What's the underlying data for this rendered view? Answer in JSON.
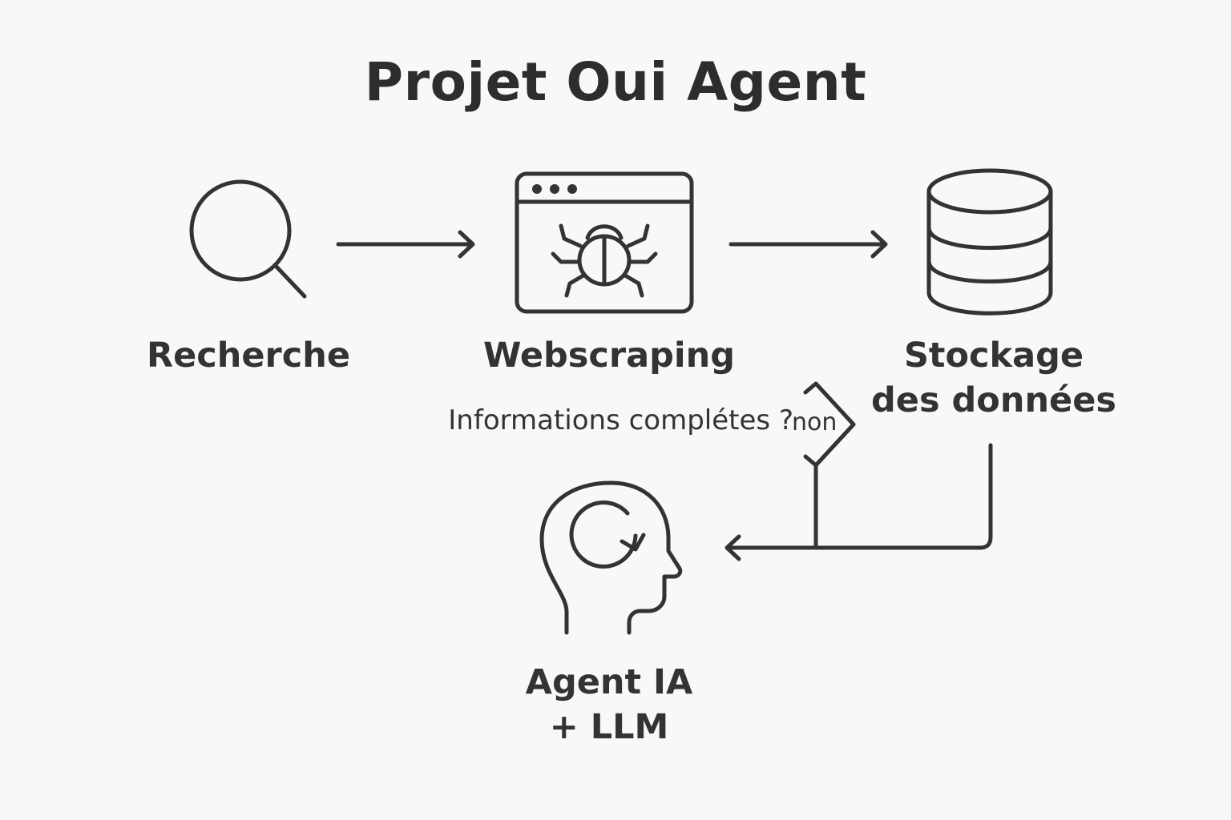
{
  "title": "Projet Oui Agent",
  "nodes": {
    "recherche": {
      "label": "Recherche",
      "icon": "search-icon"
    },
    "webscraping": {
      "label": "Webscraping",
      "icon": "browser-bug-icon"
    },
    "stockage": {
      "label_line1": "Stockage",
      "label_line2": "des données",
      "icon": "database-icon"
    },
    "agent": {
      "label_line1": "Agent IA",
      "label_line2": "+ LLM",
      "icon": "head-cycle-icon"
    }
  },
  "decision": {
    "question": "Informations complétes ?",
    "branch_label": "non"
  },
  "colors": {
    "stroke": "#333333",
    "background": "#f8f8f8"
  }
}
